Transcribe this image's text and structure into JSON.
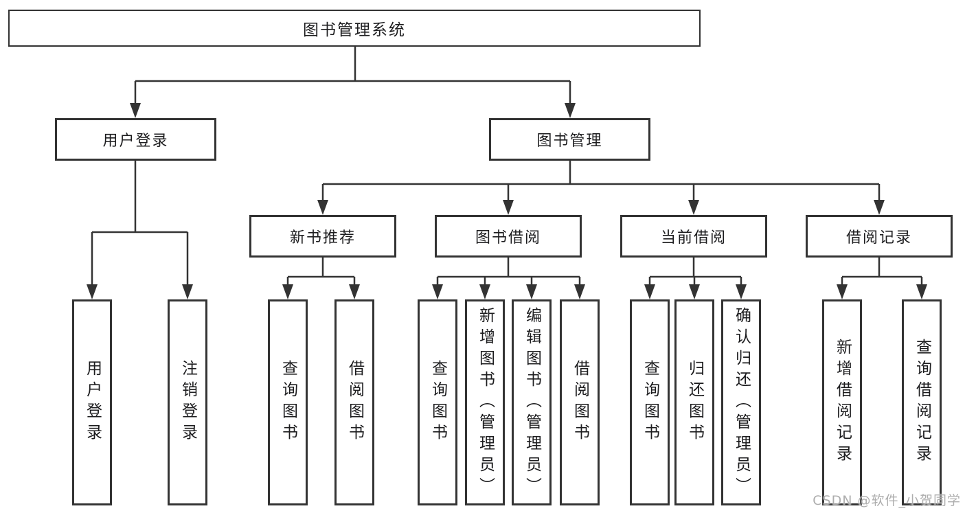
{
  "watermark": "CSDN @软件_小贺同学",
  "colors": {
    "line": "#333333",
    "box_border": "#333333",
    "text": "#1d1d1f",
    "watermark": "#aaaaaa",
    "background": "#ffffff"
  },
  "tree": {
    "root": {
      "label": "图书管理系统"
    },
    "branches": [
      {
        "label": "用户登录",
        "children": [
          {
            "label": "用户登录"
          },
          {
            "label": "注销登录"
          }
        ]
      },
      {
        "label": "图书管理",
        "children": [
          {
            "label": "新书推荐",
            "children": [
              {
                "label": "查询图书"
              },
              {
                "label": "借阅图书"
              }
            ]
          },
          {
            "label": "图书借阅",
            "children": [
              {
                "label": "查询图书"
              },
              {
                "label": "新增图书（管理员）"
              },
              {
                "label": "编辑图书（管理员）"
              },
              {
                "label": "借阅图书"
              }
            ]
          },
          {
            "label": "当前借阅",
            "children": [
              {
                "label": "查询图书"
              },
              {
                "label": "归还图书"
              },
              {
                "label": "确认归还（管理员）"
              }
            ]
          },
          {
            "label": "借阅记录",
            "children": [
              {
                "label": "新增借阅记录"
              },
              {
                "label": "查询借阅记录"
              }
            ]
          }
        ]
      }
    ]
  }
}
